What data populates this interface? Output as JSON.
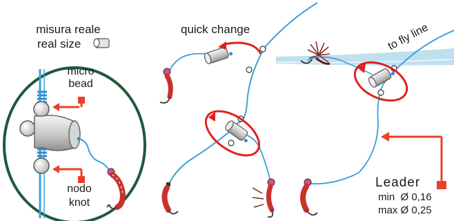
{
  "labels": {
    "misura_reale": "misura reale",
    "real_size": "real size",
    "micro": "micro",
    "bead": "bead",
    "nodo": "nodo",
    "knot": "knot",
    "quick_change": "quick change",
    "to_fly_line": "to fly line",
    "leader": "Leader",
    "min_line": "min  Ø 0,16",
    "max_line": "max Ø 0,25"
  },
  "colors": {
    "line": "#3aa0d8",
    "pointer": "#e8402a",
    "circle": "#1f5a3a",
    "arrow": "#e02020",
    "water": "#bfe0ef",
    "bead": "#f0f0f0",
    "hook_body": "#c8322a"
  }
}
